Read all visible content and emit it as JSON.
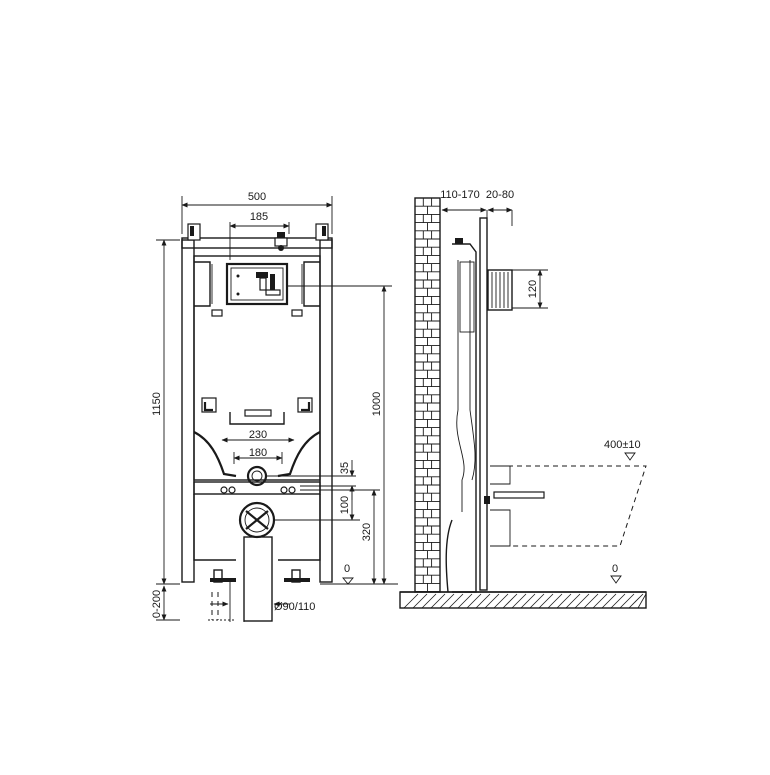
{
  "dimensions": {
    "frame_width": "500",
    "bracket_spacing": "185",
    "frame_height": "1150",
    "floor_adjust": "0-200",
    "actuator_height": "1000",
    "inlet_width": "230",
    "inlet_spacing": "180",
    "inlet_offset": "35",
    "bolt_height": "100",
    "drain_height": "320",
    "drain_diameter": "Ø90/110",
    "zero_level_front": "0",
    "wall_depth": "110-170",
    "panel_depth": "20-80",
    "actuator_frame": "120",
    "bowl_height": "400±10",
    "zero_level_side": "0"
  }
}
